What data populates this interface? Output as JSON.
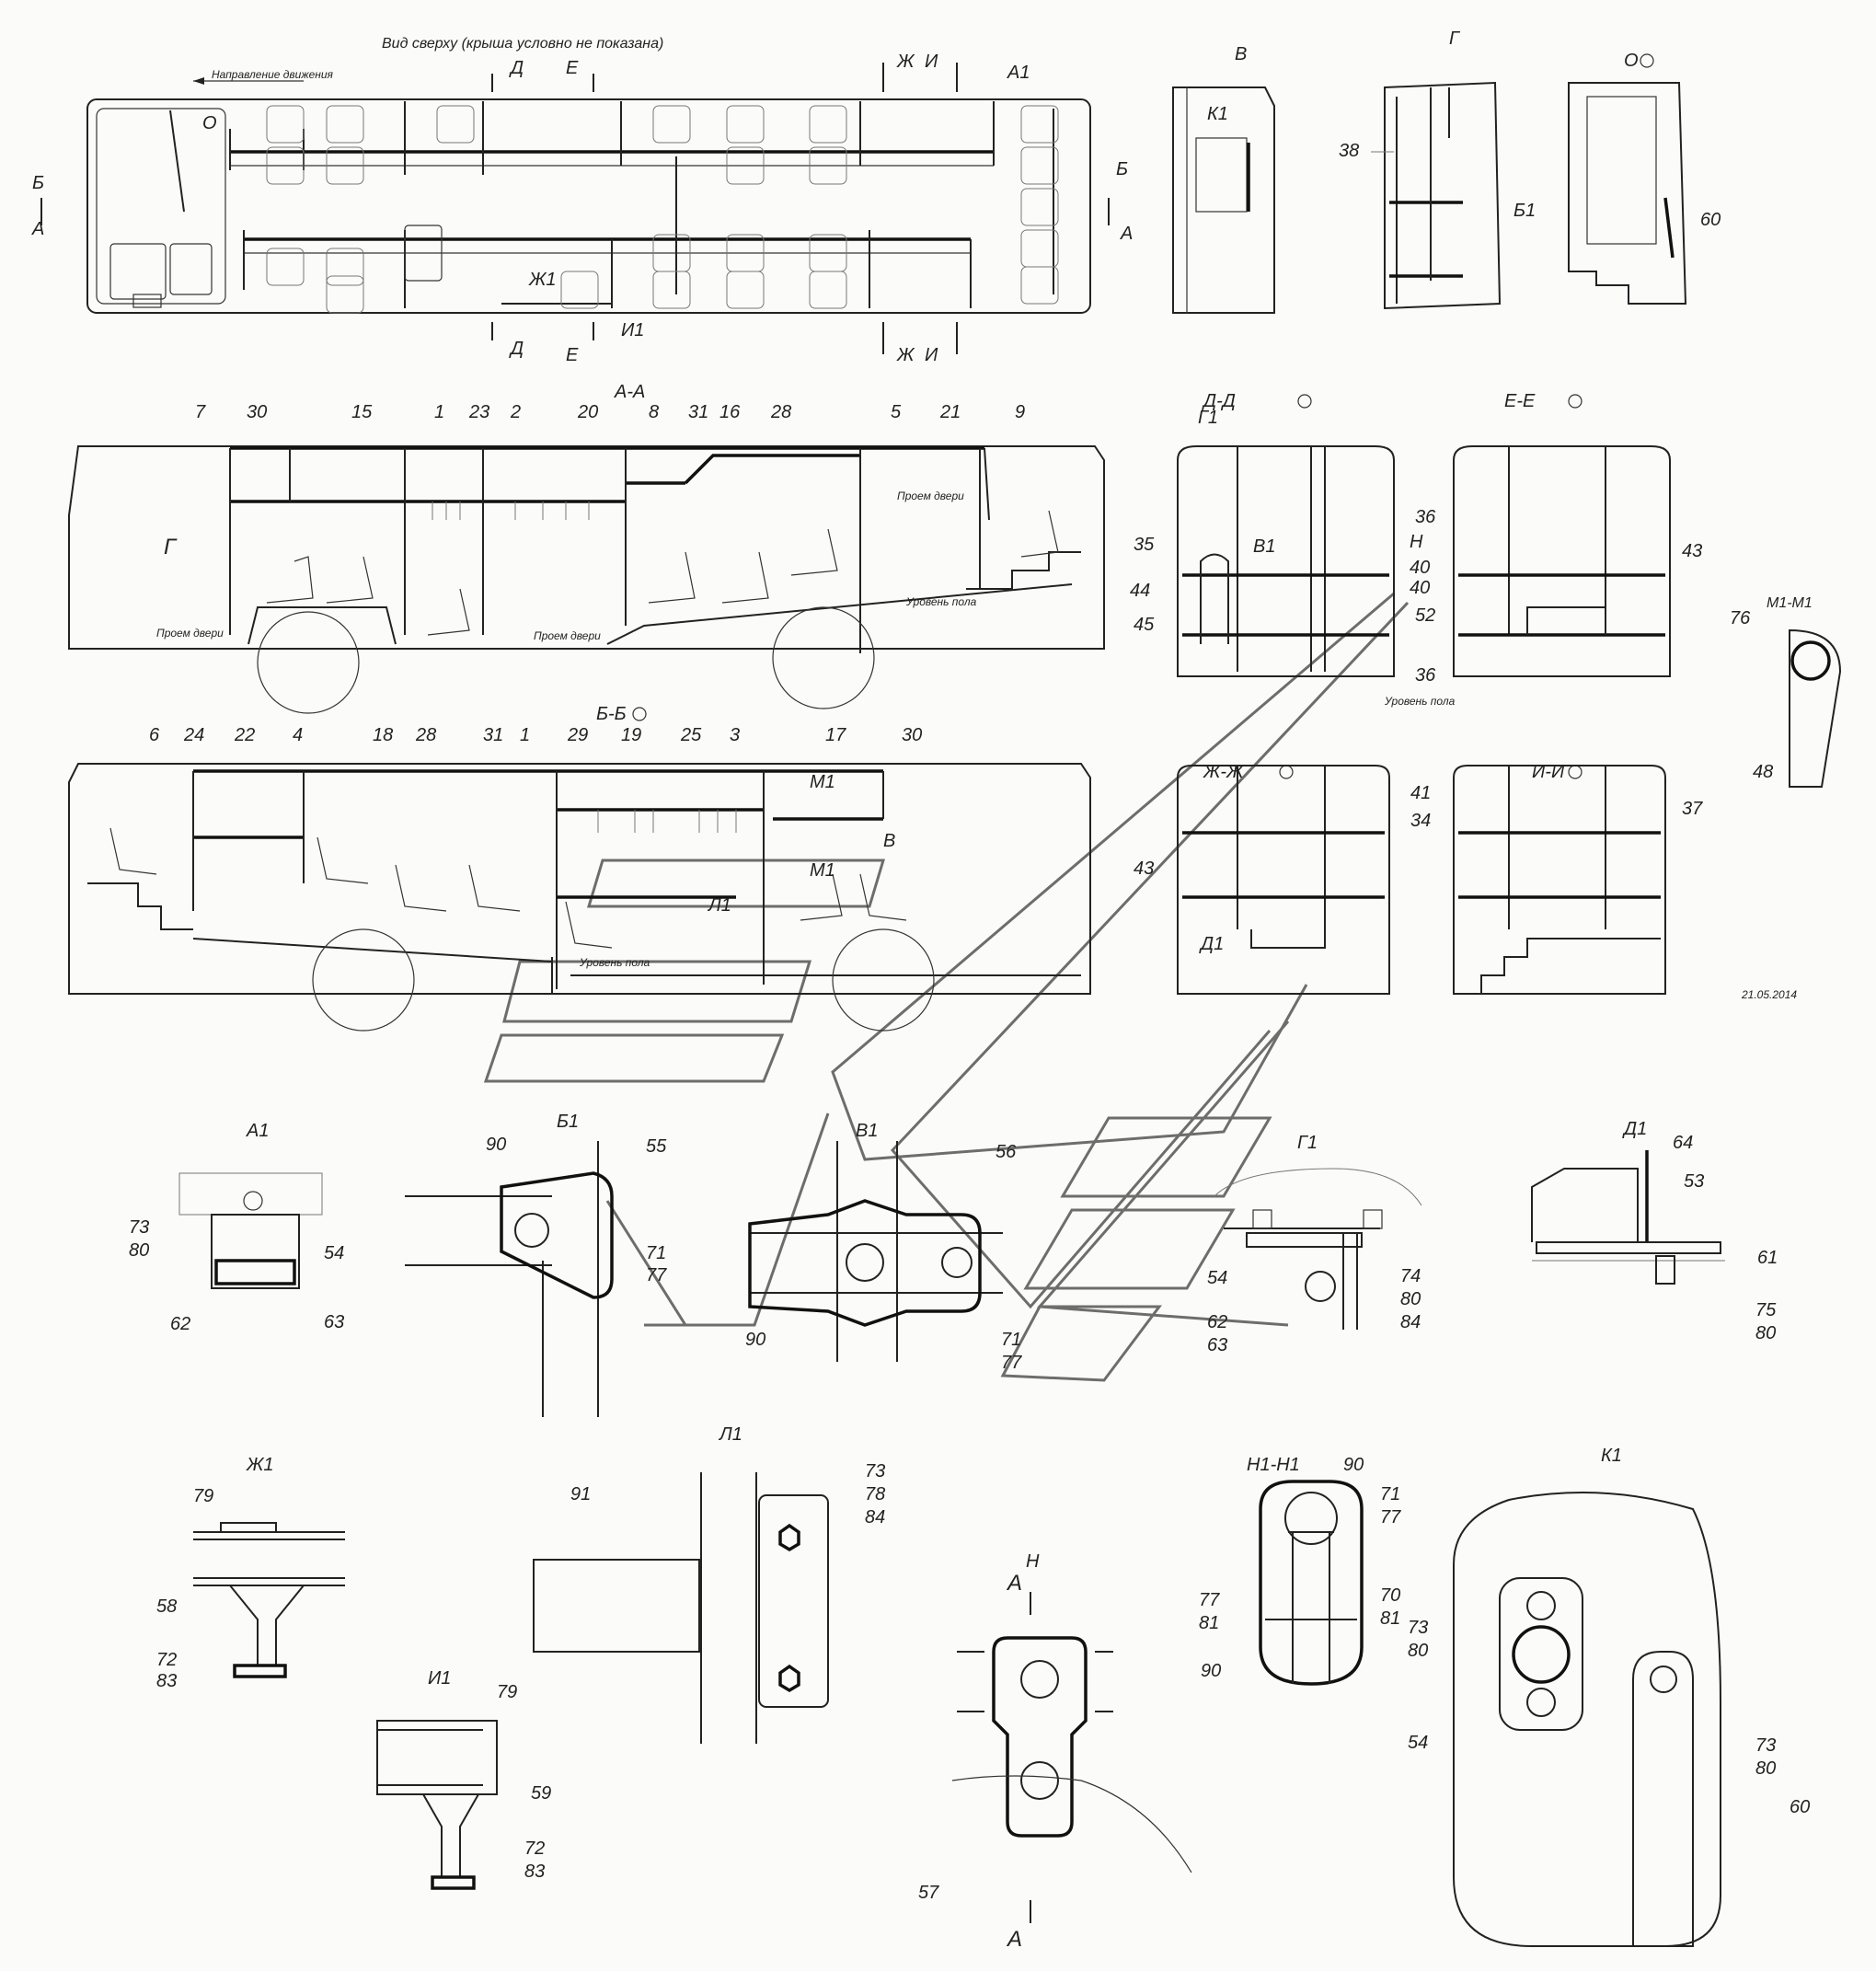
{
  "top_view": {
    "title": "Вид сверху (крыша условно не показана)",
    "direction": "Направление движения",
    "marks": {
      "o": "О",
      "b": "Б",
      "a": "А",
      "d": "Д",
      "e": "Е",
      "zh": "Ж",
      "i": "И",
      "a1": "А1",
      "zh1": "Ж1",
      "i1": "И1"
    }
  },
  "view_labels": {
    "v": "В",
    "g": "Г",
    "o": "О",
    "k1": "К1",
    "b1": "Б1",
    "aa": "А-А",
    "bb": "Б-Б",
    "dd": "Д-Д",
    "ee": "Е-Е",
    "zhzh": "Ж-Ж",
    "ii": "И-И",
    "g1": "Г1",
    "v1": "В1",
    "d1": "Д1",
    "n": "Н",
    "m1": "М1",
    "v_arrow": "В",
    "l1": "Л1",
    "g_arrow": "Г",
    "mm": "М1-М1",
    "date": "21.05.2014"
  },
  "notes": {
    "door_opening": "Проем двери",
    "floor_level": "Уровень пола"
  },
  "callouts": {
    "c7": "7",
    "c30": "30",
    "c15": "15",
    "c1": "1",
    "c23": "23",
    "c2": "2",
    "c20": "20",
    "c8": "8",
    "c31": "31",
    "c16": "16",
    "c28": "28",
    "c5": "5",
    "c21": "21",
    "c9": "9",
    "c6": "6",
    "c24": "24",
    "c22": "22",
    "c4": "4",
    "c18": "18",
    "c3": "3",
    "c29": "29",
    "c19": "19",
    "c25": "25",
    "c17": "17",
    "c38": "38",
    "c60": "60",
    "c35": "35",
    "c44": "44",
    "c45": "45",
    "c36": "36",
    "c40": "40",
    "c52": "52",
    "c43": "43",
    "c76": "76",
    "c48": "48",
    "c41": "41",
    "c34": "34",
    "c37": "37",
    "c90": "90",
    "c55": "55",
    "c56": "56",
    "c71": "71",
    "c77": "77",
    "c73": "73",
    "c80": "80",
    "c54": "54",
    "c62": "62",
    "c63": "63",
    "c74": "74",
    "c84": "84",
    "c64": "64",
    "c53": "53",
    "c61": "61",
    "c75": "75",
    "c79": "79",
    "c58": "58",
    "c72": "72",
    "c83": "83",
    "c59": "59",
    "c91": "91",
    "c78": "78",
    "c57": "57",
    "c70": "70",
    "c81": "81"
  },
  "details": {
    "a1": "А1",
    "b1": "Б1",
    "v1": "В1",
    "g1": "Г1",
    "d1": "Д1",
    "zh1": "Ж1",
    "i1": "И1",
    "l1": "Л1",
    "k1": "К1",
    "nn": "Н1-Н1",
    "a": "А",
    "n": "Н"
  }
}
